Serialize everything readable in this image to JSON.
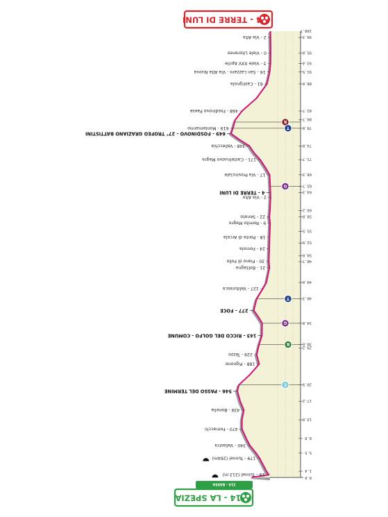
{
  "finish_banner": {
    "text": "4 - TERRE DI LUNI",
    "color": "#d7262b"
  },
  "start_banner": {
    "text": "314 - LA SPEZIA",
    "color": "#2e9e44",
    "sub": "314 - BASSA"
  },
  "axis": {
    "top_label": "100.7",
    "bottom_label": "0.0",
    "total_km": 100.7
  },
  "colors": {
    "route": "#d0157c",
    "shade": "#9a9a9a",
    "hill": "#f4f2d6",
    "axis": "#555555"
  },
  "km_ticks": [
    {
      "km": 99.3,
      "label": "99.3"
    },
    {
      "km": 95.8,
      "label": "95.8"
    },
    {
      "km": 93.4,
      "label": "93.4"
    },
    {
      "km": 91.5,
      "label": "91.5"
    },
    {
      "km": 88.8,
      "label": "88.8"
    },
    {
      "km": 82.7,
      "label": "82.7"
    },
    {
      "km": 80.7,
      "label": "80.7"
    },
    {
      "km": 78.8,
      "label": "78.8"
    },
    {
      "km": 74.8,
      "label": "74.8"
    },
    {
      "km": 71.7,
      "label": "71.7"
    },
    {
      "km": 68.3,
      "label": "68.3"
    },
    {
      "km": 65.7,
      "label": "65.7"
    },
    {
      "km": 64.3,
      "label": "64.3"
    },
    {
      "km": 60.2,
      "label": "60.2"
    },
    {
      "km": 58.8,
      "label": "58.8"
    },
    {
      "km": 55.5,
      "label": "55.5"
    },
    {
      "km": 52.9,
      "label": "52.9"
    },
    {
      "km": 50.0,
      "label": "50.0"
    },
    {
      "km": 48.7,
      "label": "48.7"
    },
    {
      "km": 44.0,
      "label": "44.0"
    },
    {
      "km": 40.3,
      "label": "40.3"
    },
    {
      "km": 34.8,
      "label": "34.8"
    },
    {
      "km": 30.0,
      "label": "30.0"
    },
    {
      "km": 29.2,
      "label": "29.2"
    },
    {
      "km": 20.9,
      "label": "20.9"
    },
    {
      "km": 17.2,
      "label": "17.2"
    },
    {
      "km": 13.0,
      "label": "13.0"
    },
    {
      "km": 8.8,
      "label": "8.8"
    },
    {
      "km": 5.5,
      "label": "5.5"
    },
    {
      "km": 1.4,
      "label": "1.4"
    }
  ],
  "places": [
    {
      "km": 99.3,
      "text": "2 - Via Alta",
      "major": false
    },
    {
      "km": 95.8,
      "text": "0 - Viale Litoraneo",
      "major": false
    },
    {
      "km": 93.4,
      "text": "3 - Viale XXV Aprile",
      "major": false
    },
    {
      "km": 91.5,
      "text": "16 - San Lazzaro - Via Alta Nuova",
      "major": false
    },
    {
      "km": 88.8,
      "text": "61 - Castignola",
      "major": false
    },
    {
      "km": 82.7,
      "text": "468 - Fosdinovo Paese",
      "major": false
    },
    {
      "km": 78.8,
      "text": "619 - Montemarmo",
      "major": false
    },
    {
      "km": 77.6,
      "text": "649 - FOSDINOVO - 27° TROFEO GRAZIANO BATTISTINI",
      "major": true
    },
    {
      "km": 74.8,
      "text": "348 - Vallecchia",
      "major": false
    },
    {
      "km": 71.7,
      "text": "171 - Castelnuovo Magra",
      "major": false
    },
    {
      "km": 68.3,
      "text": "17 - Via Provinciale",
      "major": false
    },
    {
      "km": 64.3,
      "text": "4 - TERRE DI LUNI",
      "major": true
    },
    {
      "km": 63.2,
      "text": "2 - Via Alta",
      "major": false
    },
    {
      "km": 58.8,
      "text": "22 - Senato",
      "major": false
    },
    {
      "km": 57.4,
      "text": "9 - Romito Magra",
      "major": false
    },
    {
      "km": 54.2,
      "text": "18 - Ponte di Arcola",
      "major": false
    },
    {
      "km": 51.6,
      "text": "24 - Fornola",
      "major": false
    },
    {
      "km": 48.8,
      "text": "30 - Piano di Follo",
      "major": false
    },
    {
      "km": 47.3,
      "text": "21 - Bottagna",
      "major": false
    },
    {
      "km": 42.6,
      "text": "127 - Valdurasca",
      "major": false
    },
    {
      "km": 37.7,
      "text": "277 - FOCE",
      "major": true
    },
    {
      "km": 32.0,
      "text": "143 - RICCO DEL GOLFO - COMUNE",
      "major": true
    },
    {
      "km": 27.7,
      "text": "229 - Tezzo",
      "major": false
    },
    {
      "km": 25.6,
      "text": "188 - Pignone",
      "major": false
    },
    {
      "km": 19.5,
      "text": "546 - PASSO DEL TERMINE",
      "major": true
    },
    {
      "km": 15.2,
      "text": "439 - Bonelia",
      "major": false
    },
    {
      "km": 10.9,
      "text": "470 - Fornacchi",
      "major": false
    },
    {
      "km": 7.2,
      "text": "340 - Valiastra",
      "major": false
    },
    {
      "km": 4.3,
      "text": "179 - Tunnel (264m)",
      "major": false
    },
    {
      "km": 0.6,
      "text": "29 - Tunnel (213 m)",
      "major": false
    }
  ],
  "badges": [
    {
      "km": 80.2,
      "letter": "R",
      "color": "#8b1a1a",
      "name": "refreshment-badge-icon"
    },
    {
      "km": 78.8,
      "letter": "T",
      "color": "#1f3f8a",
      "name": "traguardo-badge-icon"
    },
    {
      "km": 65.7,
      "letter": "G",
      "color": "#7a2a8a",
      "name": "gpm-badge-icon"
    },
    {
      "km": 40.3,
      "letter": "T",
      "color": "#1f3f8a",
      "name": "traguardo-badge-icon"
    },
    {
      "km": 34.8,
      "letter": "G",
      "color": "#7a2a8a",
      "name": "gpm-badge-icon"
    },
    {
      "km": 30.0,
      "letter": "R",
      "color": "#2e7d32",
      "name": "refreshment-badge-icon"
    },
    {
      "km": 20.9,
      "letter": "C",
      "color": "#7ec8d6",
      "name": "climb-badge-icon"
    }
  ],
  "profile": [
    {
      "km": 100.7,
      "alt": 4
    },
    {
      "km": 98.5,
      "alt": 2
    },
    {
      "km": 95.8,
      "alt": 0
    },
    {
      "km": 93.4,
      "alt": 3
    },
    {
      "km": 91.5,
      "alt": 16
    },
    {
      "km": 88.8,
      "alt": 61
    },
    {
      "km": 85.6,
      "alt": 230
    },
    {
      "km": 82.7,
      "alt": 468
    },
    {
      "km": 80.7,
      "alt": 580
    },
    {
      "km": 78.8,
      "alt": 619
    },
    {
      "km": 77.6,
      "alt": 649
    },
    {
      "km": 76.3,
      "alt": 520
    },
    {
      "km": 74.8,
      "alt": 348
    },
    {
      "km": 73.2,
      "alt": 270
    },
    {
      "km": 71.7,
      "alt": 171
    },
    {
      "km": 70.0,
      "alt": 90
    },
    {
      "km": 68.3,
      "alt": 17
    },
    {
      "km": 65.7,
      "alt": 8
    },
    {
      "km": 64.3,
      "alt": 4
    },
    {
      "km": 63.2,
      "alt": 2
    },
    {
      "km": 60.2,
      "alt": 12
    },
    {
      "km": 58.8,
      "alt": 22
    },
    {
      "km": 57.4,
      "alt": 9
    },
    {
      "km": 54.2,
      "alt": 18
    },
    {
      "km": 51.6,
      "alt": 24
    },
    {
      "km": 48.8,
      "alt": 30
    },
    {
      "km": 47.3,
      "alt": 21
    },
    {
      "km": 44.0,
      "alt": 70
    },
    {
      "km": 42.6,
      "alt": 127
    },
    {
      "km": 40.3,
      "alt": 230
    },
    {
      "km": 37.7,
      "alt": 277
    },
    {
      "km": 36.2,
      "alt": 200
    },
    {
      "km": 34.8,
      "alt": 140
    },
    {
      "km": 32.0,
      "alt": 143
    },
    {
      "km": 30.0,
      "alt": 190
    },
    {
      "km": 27.7,
      "alt": 229
    },
    {
      "km": 25.6,
      "alt": 188
    },
    {
      "km": 23.2,
      "alt": 340
    },
    {
      "km": 20.9,
      "alt": 520
    },
    {
      "km": 19.5,
      "alt": 546
    },
    {
      "km": 17.2,
      "alt": 500
    },
    {
      "km": 15.2,
      "alt": 439
    },
    {
      "km": 13.0,
      "alt": 470
    },
    {
      "km": 10.9,
      "alt": 470
    },
    {
      "km": 8.8,
      "alt": 400
    },
    {
      "km": 7.2,
      "alt": 340
    },
    {
      "km": 5.5,
      "alt": 240
    },
    {
      "km": 4.3,
      "alt": 179
    },
    {
      "km": 1.4,
      "alt": 70
    },
    {
      "km": 0.6,
      "alt": 29
    },
    {
      "km": 0.0,
      "alt": 314
    }
  ]
}
